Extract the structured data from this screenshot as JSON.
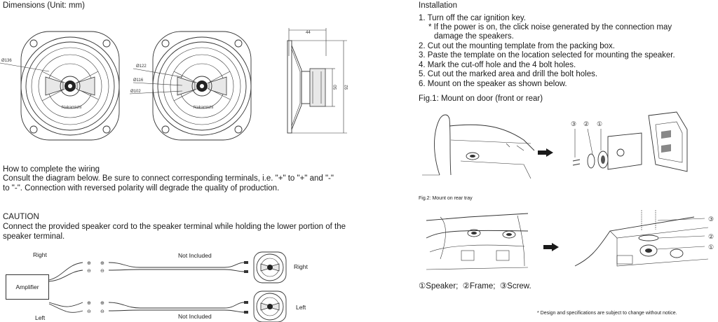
{
  "dimensions": {
    "title": "Dimensions  (Unit: mm)",
    "dia_136": "Ø136",
    "dia_122": "Ø122",
    "dia_116": "Ø116",
    "dia_102": "Ø102",
    "depth_44": "44",
    "height_50": "50",
    "height_92": "92",
    "brand": "Nakamichi"
  },
  "wiring": {
    "title": "How to complete the wiring",
    "body": "Consult the diagram below. Be sure to connect corresponding terminals, i.e. \"+\" to \"+\" and \"-\" to \"-\". Connection with reversed polarity will degrade the quality of production.",
    "caution_title": "CAUTION",
    "caution_body": "Connect the provided speaker cord to the speaker terminal while holding the lower portion of the speaker terminal.",
    "amplifier": "Amplifier",
    "right_top": "Right",
    "left_bottom": "Left",
    "not_included_1": "Not Included",
    "not_included_2": "Not Included",
    "spk_right": "Right",
    "spk_left": "Left",
    "plus": "⊕",
    "minus": "⊖"
  },
  "installation": {
    "title": "Installation",
    "steps": [
      "1. Turn off the car ignition key.",
      "* If the power is on, the click noise generated by the connection may",
      "damage the speakers.",
      "2. Cut out the mounting template from the packing box.",
      "3. Paste the template on the location selected for mounting the speaker.",
      "4. Mark the cut-off hole and the 4 bolt holes.",
      "5. Cut out the marked area and drill the bolt holes.",
      "6. Mount on the speaker as shown below."
    ],
    "fig1": "Fig.1: Mount on door (front or rear)",
    "fig2": "Fig.2: Mount on rear tray",
    "n1": "①",
    "n2": "②",
    "n3": "③",
    "legend": "①Speaker;  ②Frame;  ③Screw.",
    "note": "* Design and specifications are subject to change without notice."
  }
}
